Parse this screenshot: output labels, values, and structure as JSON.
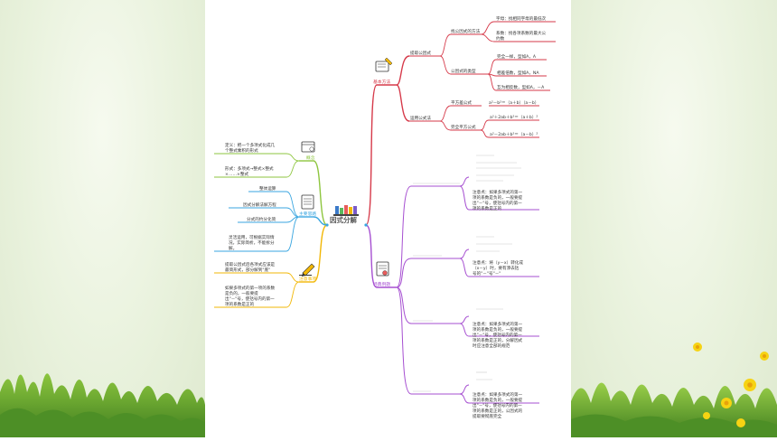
{
  "center": {
    "title": "因式分解"
  },
  "branches": {
    "basic_methods": {
      "label": "基本方法"
    },
    "typical_examples": {
      "label": "经典例题"
    },
    "concept": {
      "label": "概念"
    },
    "key_points": {
      "label": "主要思路"
    },
    "notes": {
      "label": "注意事项"
    }
  },
  "basic": {
    "extract": {
      "label": "提取公因式"
    },
    "find_method": {
      "label": "找公因式的方法"
    },
    "letters": "字母：找相同字母的最低次",
    "coefficient_l1": "系数：找各项系数的最大公",
    "coefficient_l2": "约数",
    "types": {
      "label": "公因式的类型"
    },
    "type1": "完全一样，型如A，A",
    "type2": "相差倍数，型如A，NA",
    "type3": "互为相反数，型如A，－A",
    "formula": {
      "label": "运用公式法"
    },
    "square_diff": {
      "label": "平方差公式",
      "formula": "a²－b²＝（a＋b）（a－b）"
    },
    "perfect_square": {
      "label": "完全平方公式",
      "f1": "a²＋2ab＋b²＝（a＋b）²",
      "f2": "a²－2ab＋b²＝（a－b）²"
    }
  },
  "concept": {
    "def_l1": "定义：把一个多项式化成几",
    "def_l2": "个整式乘积的形式",
    "form_l1": "形式：多项式→整式×整式",
    "form_l2": "×……×整式"
  },
  "key": {
    "k1": "整体运算",
    "k2": "因式分解法解方程",
    "k3": "分式的约分化简",
    "k4_l1": "灵活运用，可根据实际情",
    "k4_l2": "况，实际简析，不能拆分",
    "k4_l3": "解。"
  },
  "notes": {
    "n1_l1": "提取公因式后各项式应该是",
    "n1_l2": "最简形式，部分解到\"底\"",
    "n2_l1": "如果多项式的第一项的系数",
    "n2_l2": "是负的，一般要提",
    "n2_l3": "出\"－\"号，使括号内的第一",
    "n2_l4": "项的系数是正的"
  },
  "examples": {
    "e1": {
      "note_l1": "注意点：如果多项式的第一",
      "note_l2": "项的系数是负的，一般要提",
      "note_l3": "出\"－\"号，使括号内的第一",
      "note_l4": "项的系数是正的"
    },
    "e2": {
      "note_l1": "注意点：将（y－x）转化成",
      "note_l2": "（x－y）时，要有添去括",
      "note_l3": "号的\"－\"号\"－\""
    },
    "e3": {
      "note_l1": "注意点：如果多项式的第一",
      "note_l2": "项的系数是负的，一般要提",
      "note_l3": "出\"－\"号，使括号内的第一",
      "note_l4": "项的系数是正的，分解因式",
      "note_l5": "时应注意全部的规范"
    },
    "e4": {
      "note_l1": "注意点：如果多项式的第一",
      "note_l2": "项的系数是负的，一般要提",
      "note_l3": "出\"－\"号，使括号内的第一",
      "note_l4": "项的系数是正的，公因式的",
      "note_l5": "提取要彻底完全"
    }
  },
  "colors": {
    "red": "#d63a4a",
    "purple": "#a64fd1",
    "green": "#8ec63f",
    "blue": "#3aa6e0",
    "yellow": "#f2b705",
    "center_text": "#555555"
  }
}
